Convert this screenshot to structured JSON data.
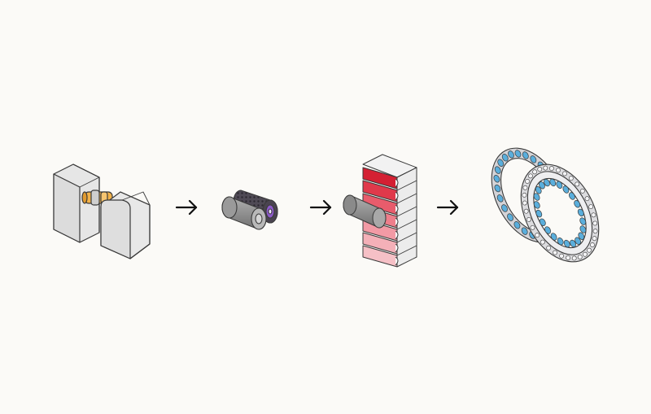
{
  "diagram": {
    "background": "#fbfaf7",
    "stroke": "#3a3a3a",
    "stages": [
      {
        "name": "two-blocks-with-coupling",
        "colors": {
          "block": "#e6e6e6",
          "block_side": "#d2d2d2",
          "coupling": "#f2b24a"
        }
      },
      {
        "name": "roller-pair",
        "colors": {
          "dark_roller": "#5b5560",
          "light_roller": "#8d8d8d",
          "accent": "#8c5ac8"
        }
      },
      {
        "name": "tray-stack-with-roller",
        "colors": {
          "tray_gradient": [
            "#d42033",
            "#e0394b",
            "#e85c6c",
            "#ee7e8b",
            "#f29aa5",
            "#f4b0b8",
            "#f6c0c6"
          ],
          "tray_side": "#ececec"
        }
      },
      {
        "name": "double-bearing-rings",
        "colors": {
          "ring": "#d4d4d8",
          "ring_inner": "#e8e8ea",
          "roller": "#5aaedc"
        }
      }
    ],
    "arrows": [
      {
        "name": "arrow-1",
        "glyph": "→"
      },
      {
        "name": "arrow-2",
        "glyph": "→"
      },
      {
        "name": "arrow-3",
        "glyph": "→"
      }
    ]
  }
}
